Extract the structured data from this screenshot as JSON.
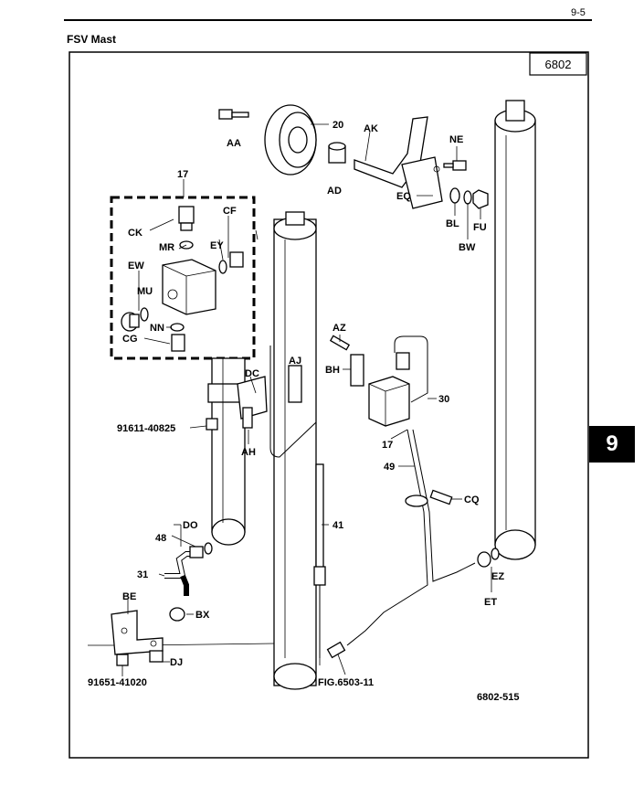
{
  "header": {
    "page_number": "9-5",
    "section_title": "FSV Mast",
    "chapter_tab": "9"
  },
  "diagram": {
    "figure_id": "6802",
    "drawing_number": "6802-515",
    "callouts": {
      "aa": "AA",
      "c20": "20",
      "ak": "AK",
      "ne": "NE",
      "ad": "AD",
      "eq": "EQ",
      "bl": "BL",
      "fu": "FU",
      "bw": "BW",
      "c17_top": "17",
      "ck": "CK",
      "cf": "CF",
      "mr": "MR",
      "ey": "EY",
      "ew": "EW",
      "mu": "MU",
      "nn": "NN",
      "cg": "CG",
      "az": "AZ",
      "aj": "AJ",
      "bh": "BH",
      "dc": "DC",
      "c30": "30",
      "p91611": "91611-40825",
      "ah": "AH",
      "c17_mid": "17",
      "c49": "49",
      "cq": "CQ",
      "do": "DO",
      "c48": "48",
      "c41": "41",
      "c31": "31",
      "ez": "EZ",
      "et": "ET",
      "be": "BE",
      "bx": "BX",
      "dj": "DJ",
      "p91651": "91651-41020",
      "fig": "FIG.6503-11"
    }
  }
}
